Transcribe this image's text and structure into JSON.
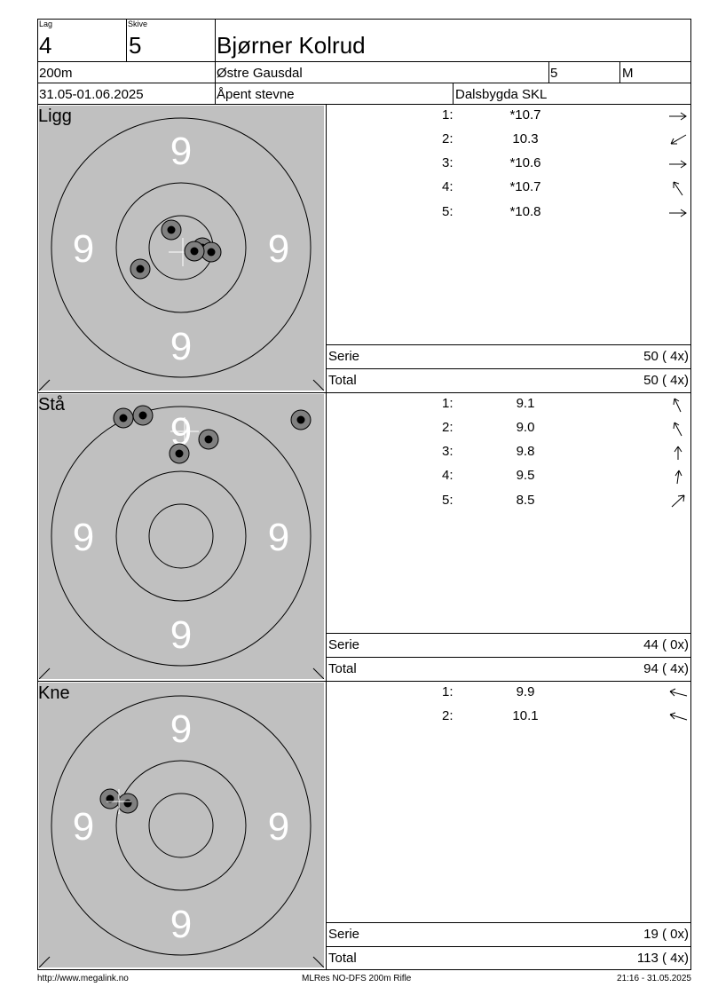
{
  "header": {
    "lag_label": "Lag",
    "lag": "4",
    "skive_label": "Skive",
    "skive": "5",
    "name": "Bjørner Kolrud",
    "distance": "200m",
    "place": "Østre Gausdal",
    "class": "5",
    "gender": "M",
    "date": "31.05-01.06.2025",
    "event": "Åpent stevne",
    "club": "Dalsbygda SKL"
  },
  "sections": [
    {
      "label": "Ligg",
      "ring_numbers": [
        "9",
        "9",
        "9",
        "9"
      ],
      "shots": [
        {
          "n": "1:",
          "v": "*10.7",
          "arrow": "right"
        },
        {
          "n": "2:",
          "v": "10.3",
          "arrow": "down-left"
        },
        {
          "n": "3:",
          "v": "*10.6",
          "arrow": "right"
        },
        {
          "n": "4:",
          "v": "*10.7",
          "arrow": "up-left"
        },
        {
          "n": "5:",
          "v": "*10.8",
          "arrow": "right"
        }
      ],
      "serie_label": "Serie",
      "serie": "50 ( 4x)",
      "total_label": "Total",
      "total": "50 ( 4x)"
    },
    {
      "label": "Stå",
      "ring_numbers": [
        "9",
        "9",
        "9",
        "9"
      ],
      "shots": [
        {
          "n": "1:",
          "v": "9.1",
          "arrow": "up-left"
        },
        {
          "n": "2:",
          "v": "9.0",
          "arrow": "up-left"
        },
        {
          "n": "3:",
          "v": "9.8",
          "arrow": "up"
        },
        {
          "n": "4:",
          "v": "9.5",
          "arrow": "up"
        },
        {
          "n": "5:",
          "v": "8.5",
          "arrow": "up-right"
        }
      ],
      "serie_label": "Serie",
      "serie": "44 ( 0x)",
      "total_label": "Total",
      "total": "94 ( 4x)"
    },
    {
      "label": "Kne",
      "ring_numbers": [
        "9",
        "9",
        "9",
        "9"
      ],
      "shots": [
        {
          "n": "1:",
          "v": "9.9",
          "arrow": "left"
        },
        {
          "n": "2:",
          "v": "10.1",
          "arrow": "left"
        }
      ],
      "serie_label": "Serie",
      "serie": "19 ( 0x)",
      "total_label": "Total",
      "total": "113 ( 4x)"
    }
  ],
  "footer": {
    "url": "http://www.megalink.no",
    "system": "MLRes NO-DFS 200m Rifle",
    "timestamp": "21:16 - 31.05.2025"
  },
  "colors": {
    "target_bg": "#c0c0c0",
    "ring_line": "#000000",
    "ring_number": "#ffffff",
    "hole_outer": "#808080",
    "hole_inner": "#000000"
  }
}
